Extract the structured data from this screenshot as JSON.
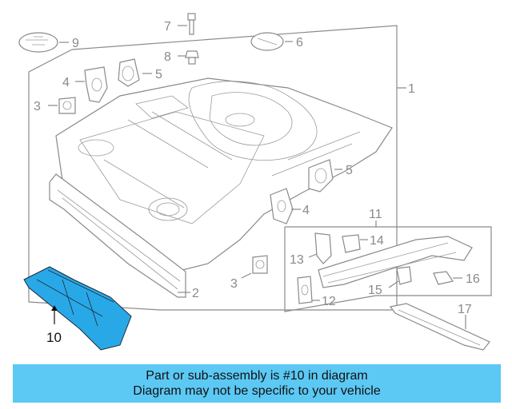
{
  "diagram": {
    "callouts": [
      "1",
      "2",
      "3",
      "3",
      "4",
      "4",
      "5",
      "5",
      "6",
      "7",
      "8",
      "9",
      "10",
      "11",
      "12",
      "13",
      "14",
      "15",
      "16",
      "17"
    ],
    "highlighted_part": "10",
    "highlight_color": "#29a8e8"
  },
  "banner": {
    "line1": "Part or sub-assembly is #10 in diagram",
    "line2": "Diagram may not be specific to your vehicle",
    "background": "#5cc8f4"
  }
}
